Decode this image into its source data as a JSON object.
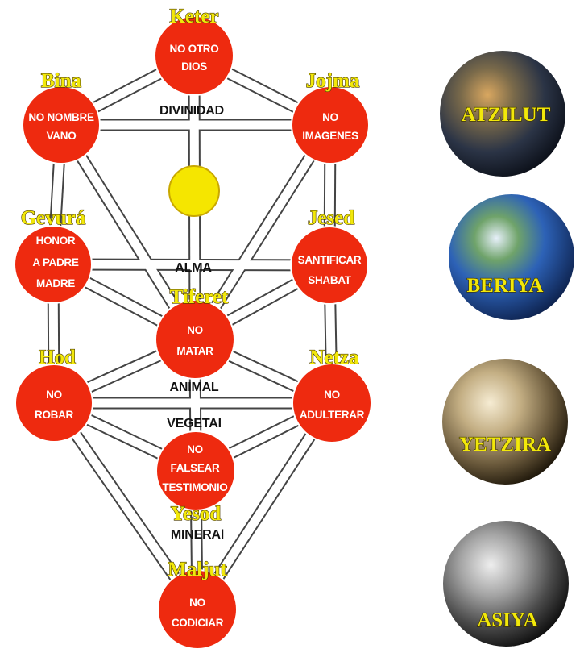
{
  "sefirot": {
    "keter": {
      "name": "Keter",
      "line1": "NO OTRO",
      "line2": "DIOS",
      "line3": ""
    },
    "bina": {
      "name": "Bina",
      "line1": "NO NOMBRE",
      "line2": "VANO",
      "line3": ""
    },
    "jojma": {
      "name": "Jojma",
      "line1": "NO",
      "line2": "IMAGENES",
      "line3": ""
    },
    "gevura": {
      "name": "Gevurá",
      "line1": "HONOR",
      "line2": "A PADRE",
      "line3": "MADRE"
    },
    "jesed": {
      "name": "Jesed",
      "line1": "SANTIFICAR",
      "line2": "SHABAT",
      "line3": ""
    },
    "tiferet": {
      "name": "Tiferet",
      "line1": "NO",
      "line2": "MATAR",
      "line3": ""
    },
    "hod": {
      "name": "Hod",
      "line1": "NO",
      "line2": "ROBAR",
      "line3": ""
    },
    "netza": {
      "name": "Netza",
      "line1": "NO",
      "line2": "ADULTERAR",
      "line3": ""
    },
    "yesod": {
      "name": "Yesod",
      "line1": "NO",
      "line2": "FALSEAR",
      "line3": "TESTIMONIO"
    },
    "maljut": {
      "name": "Maljut",
      "line1": "NO",
      "line2": "CODICIAR",
      "line3": ""
    }
  },
  "levels": {
    "divinidad": "DIVINIDAD",
    "alma": "ALMA",
    "animal": "ANIMAL",
    "vegetal": "VEGETAl",
    "mineral": "MINERAl"
  },
  "worlds": [
    {
      "label": "ATZILUT",
      "tone": "night"
    },
    {
      "label": "BERIYA",
      "tone": "blue"
    },
    {
      "label": "YETZIRA",
      "tone": "sepia"
    },
    {
      "label": "ASIYA",
      "tone": "gray"
    }
  ],
  "colors": {
    "sefira_fill": "#ee2a0f",
    "name_text": "#f2e80a",
    "channel_border": "#444444",
    "sun": "#f5e600"
  }
}
